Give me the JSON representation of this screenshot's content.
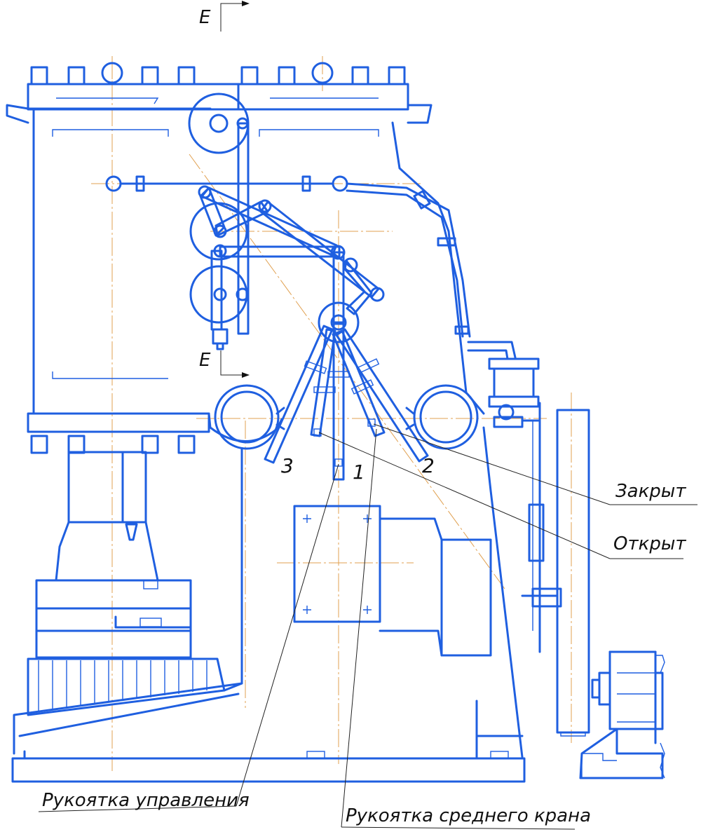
{
  "section_marks": {
    "top": "E",
    "bottom": "E"
  },
  "position_numbers": [
    "1",
    "2",
    "3"
  ],
  "state_labels": {
    "closed": "Закрыт",
    "open": "Открыт"
  },
  "callouts": {
    "control_handle": "Рукоятка управления",
    "middle_valve_handle": "Рукоятка среднего крана"
  },
  "colors": {
    "lines": "#1f5fe0",
    "centerlines": "#e0a050",
    "leaders": "#222222"
  }
}
